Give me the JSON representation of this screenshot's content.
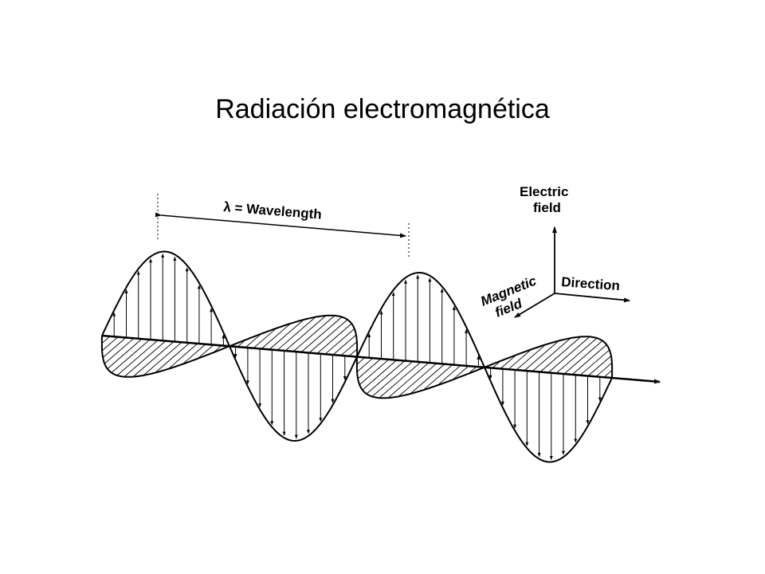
{
  "slide": {
    "title": "Radiación electromagnética"
  },
  "diagram": {
    "wavelength_label": "λ = Wavelength",
    "axes": {
      "electric_line1": "Electric",
      "electric_line2": "field",
      "magnetic_line1": "Magnetic",
      "magnetic_line2": "field",
      "direction": "Direction"
    },
    "colors": {
      "ink": "#000000",
      "background": "#ffffff"
    }
  }
}
